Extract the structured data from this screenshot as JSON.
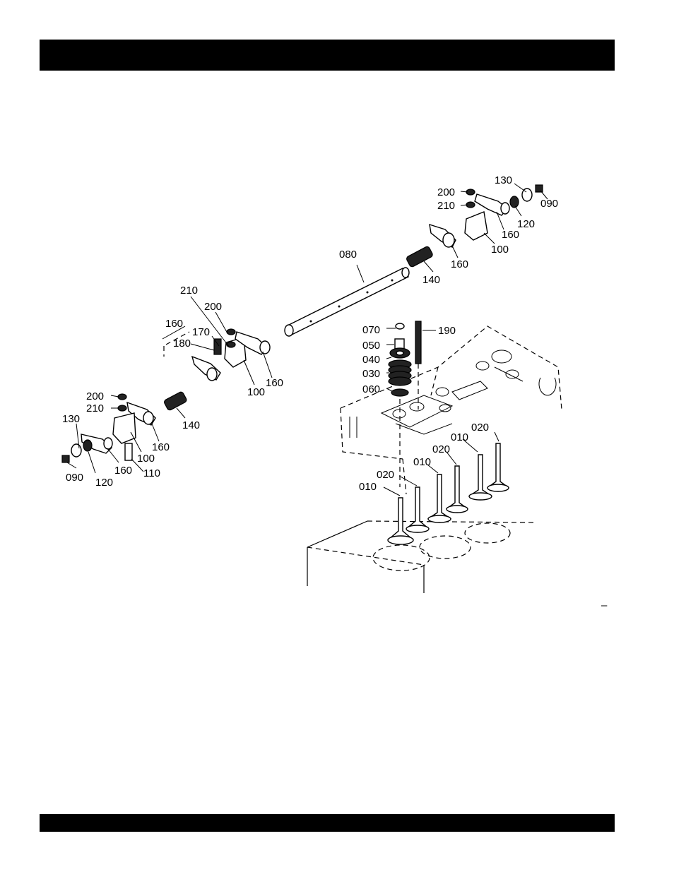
{
  "header": {
    "title": ""
  },
  "footer": {
    "text": ""
  },
  "diagram": {
    "callouts": [
      {
        "id": "c-130-r",
        "text": "130"
      },
      {
        "id": "c-200-r",
        "text": "200"
      },
      {
        "id": "c-210-r",
        "text": "210"
      },
      {
        "id": "c-090-r",
        "text": "090"
      },
      {
        "id": "c-120-r",
        "text": "120"
      },
      {
        "id": "c-160-r1",
        "text": "160"
      },
      {
        "id": "c-100-r",
        "text": "100"
      },
      {
        "id": "c-160-r2",
        "text": "160"
      },
      {
        "id": "c-080",
        "text": "080"
      },
      {
        "id": "c-140-r",
        "text": "140"
      },
      {
        "id": "c-210-m",
        "text": "210"
      },
      {
        "id": "c-200-m",
        "text": "200"
      },
      {
        "id": "c-160-m1",
        "text": "160"
      },
      {
        "id": "c-170",
        "text": "170"
      },
      {
        "id": "c-180",
        "text": "180"
      },
      {
        "id": "c-100-m",
        "text": "100"
      },
      {
        "id": "c-160-m2",
        "text": "160"
      },
      {
        "id": "c-070",
        "text": "070"
      },
      {
        "id": "c-190",
        "text": "190"
      },
      {
        "id": "c-050",
        "text": "050"
      },
      {
        "id": "c-040",
        "text": "040"
      },
      {
        "id": "c-030",
        "text": "030"
      },
      {
        "id": "c-060",
        "text": "060"
      },
      {
        "id": "c-200-l",
        "text": "200"
      },
      {
        "id": "c-210-l",
        "text": "210"
      },
      {
        "id": "c-140-l",
        "text": "140"
      },
      {
        "id": "c-130-l",
        "text": "130"
      },
      {
        "id": "c-160-l1",
        "text": "160"
      },
      {
        "id": "c-100-l",
        "text": "100"
      },
      {
        "id": "c-090-l",
        "text": "090"
      },
      {
        "id": "c-120-l",
        "text": "120"
      },
      {
        "id": "c-160-l2",
        "text": "160"
      },
      {
        "id": "c-110",
        "text": "110"
      },
      {
        "id": "c-020-a",
        "text": "020"
      },
      {
        "id": "c-010-a",
        "text": "010"
      },
      {
        "id": "c-020-b",
        "text": "020"
      },
      {
        "id": "c-010-b",
        "text": "010"
      },
      {
        "id": "c-020-c",
        "text": "020"
      },
      {
        "id": "c-010-c",
        "text": "010"
      },
      {
        "id": "c-dash",
        "text": "–"
      }
    ]
  }
}
